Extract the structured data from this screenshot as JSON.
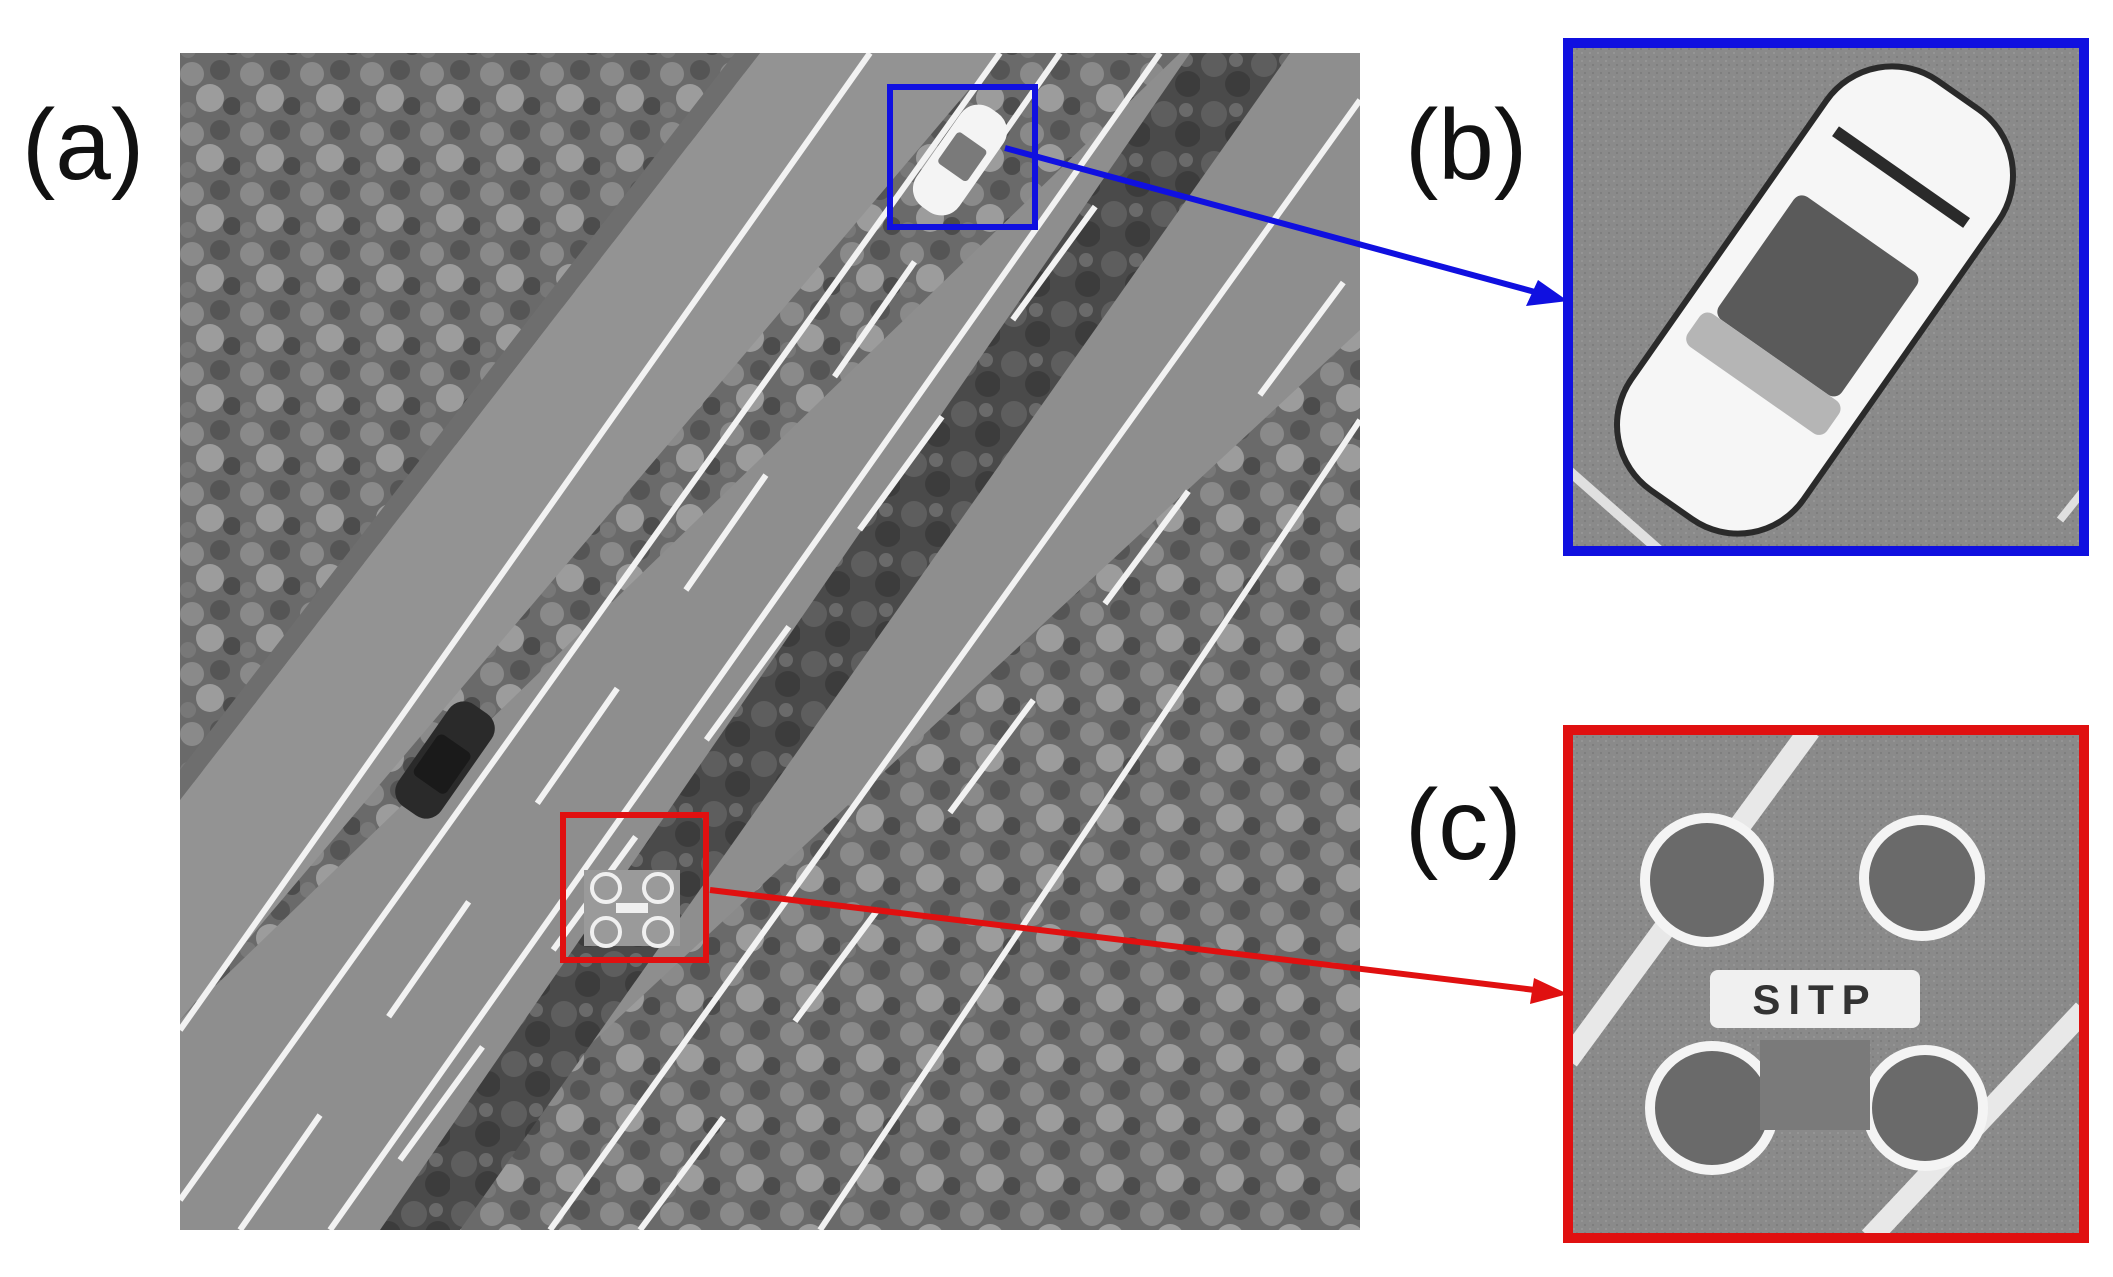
{
  "panels": {
    "a": {
      "label": "(a)"
    },
    "b": {
      "label": "(b)"
    },
    "c": {
      "label": "(c)"
    }
  },
  "inset_text": "SITP",
  "colors": {
    "highlight_car": "#1010e0",
    "highlight_drone": "#e01010",
    "road": "#8e8e8e",
    "lane_marking": "#f2f2f2",
    "tree_dark": "#4a4a4a",
    "tree_light": "#9a9a9a"
  }
}
